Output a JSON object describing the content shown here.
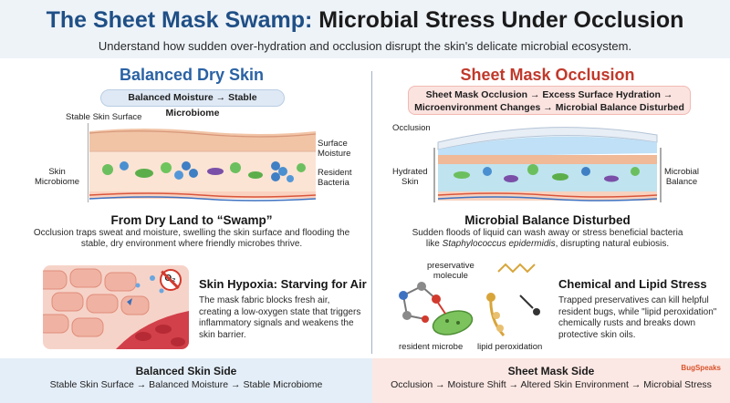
{
  "header": {
    "title_part1": "The Sheet Mask Swamp:",
    "title_part2": "Microbial Stress Under Occlusion",
    "subtitle": "Understand how sudden over-hydration and occlusion disrupt the skin's delicate microbial ecosystem."
  },
  "left": {
    "heading": "Balanced Dry Skin",
    "pill": "Balanced Moisture → Stable Microbiome",
    "labels": {
      "surface": "Stable Skin Surface",
      "moisture": "Surface\nMoisture",
      "microbiome": "Skin\nMicrobiome",
      "bacteria": "Resident\nBacteria"
    },
    "section_title": "From Dry Land to “Swamp”",
    "section_body": "Occlusion traps sweat and moisture, swelling the skin surface and flooding the stable, dry environment where friendly microbes thrive.",
    "hypoxia_icon_text": "O₂",
    "hypoxia_title": "Skin Hypoxia: Starving for Air",
    "hypoxia_body": "The mask fabric blocks fresh air, creating a low-oxygen state that triggers inflammatory signals and weakens the skin barrier."
  },
  "right": {
    "heading": "Sheet Mask Occlusion",
    "pill_line1": "Sheet Mask Occlusion → Excess Surface Hydration →",
    "pill_line2": "Microenvironment Changes → Microbial Balance Disturbed",
    "labels": {
      "occlusion": "Occlusion",
      "hydrated": "Hydrated\nSkin",
      "balance": "Microbial\nBalance"
    },
    "section_title": "Microbial Balance Disturbed",
    "section_body_1": "Sudden floods of liquid can wash away or stress beneficial bacteria",
    "section_body_2a": "like ",
    "section_body_2b": "Staphylococcus epidermidis",
    "section_body_2c": ", disrupting natural eubiosis.",
    "chem_labels": {
      "preservative": "preservative\nmolecule",
      "microbe": "resident microbe",
      "lipid": "lipid peroxidation"
    },
    "chem_title": "Chemical and Lipid Stress",
    "chem_body": "Trapped preservatives can kill helpful resident bugs, while \"lipid peroxidation\" chemically rusts and breaks down protective skin oils."
  },
  "footer": {
    "left_title": "Balanced Skin Side",
    "left_body": "Stable Skin Surface → Balanced Moisture → Stable Microbiome",
    "right_title": "Sheet Mask Side",
    "right_body": "Occlusion → Moisture Shift → Altered Skin Environment → Microbial Stress",
    "brand": "BugSpeaks"
  },
  "colors": {
    "blue_heading": "#2a62a4",
    "red_heading": "#c0392b",
    "title_blue": "#1f4f86"
  }
}
